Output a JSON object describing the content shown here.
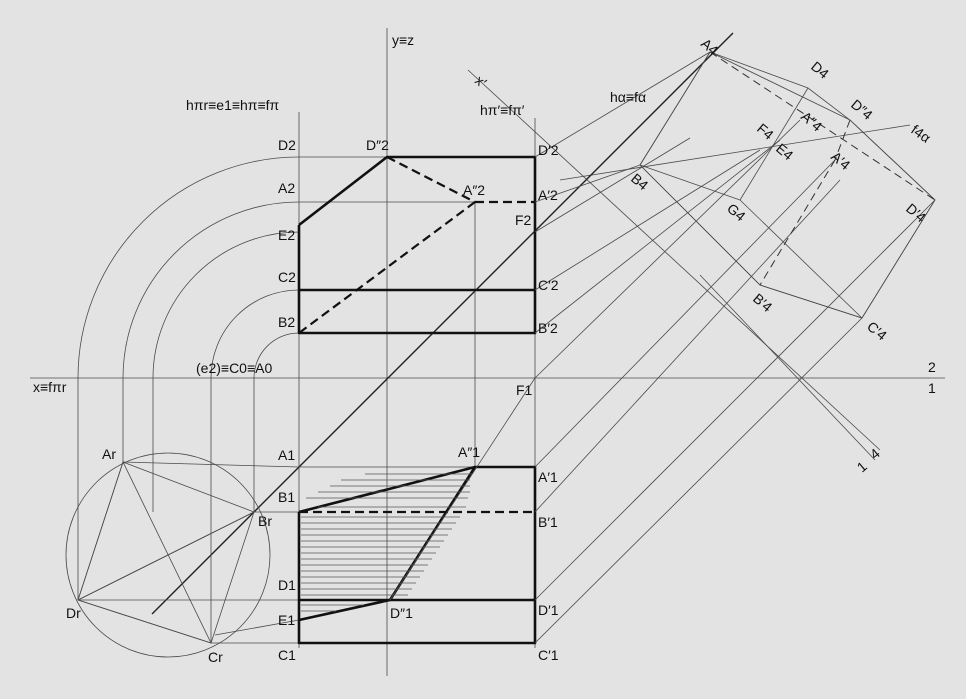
{
  "labels": {
    "y_axis": "y≡z",
    "x_axis": "x≡fπr",
    "x_prime": "x′",
    "h_pi_r_title": "hπr≡e1≡hπ≡fπ",
    "h_pi_prime": "hπ′≡fπ′",
    "h_alpha": "hα≡fα",
    "f_4alpha": "f4α",
    "e2_c0_a0": "(e2)≡C0≡A0",
    "axis_2": "2",
    "axis_1_right": "1",
    "axis_4": "4",
    "axis_1_diag": "1",
    "D2": "D2",
    "D2pp": "D″2",
    "D2p": "D′2",
    "A2": "A2",
    "A2pp": "A″2",
    "A2p": "A′2",
    "E2": "E2",
    "F2": "F2",
    "C2": "C2",
    "C2p": "C′2",
    "B2": "B2",
    "B2p": "B′2",
    "F1": "F1",
    "A1": "A1",
    "A1pp": "A″1",
    "A1p": "A′1",
    "B1": "B1",
    "B1p": "B′1",
    "D1": "D1",
    "D1pp": "D″1",
    "D1p": "D′1",
    "E1": "E1",
    "C1": "C1",
    "C1p": "C′1",
    "Ar": "Ar",
    "Br": "Br",
    "Cr": "Cr",
    "Dr": "Dr",
    "A4": "A4",
    "D4": "D4",
    "D4pp": "D″4",
    "A4pp": "A″4",
    "F4": "F4",
    "E4": "E4",
    "A4p": "A′4",
    "B4": "B4",
    "G4": "G4",
    "D4p": "D′4",
    "B4p": "B′4",
    "C4p": "C′4"
  }
}
